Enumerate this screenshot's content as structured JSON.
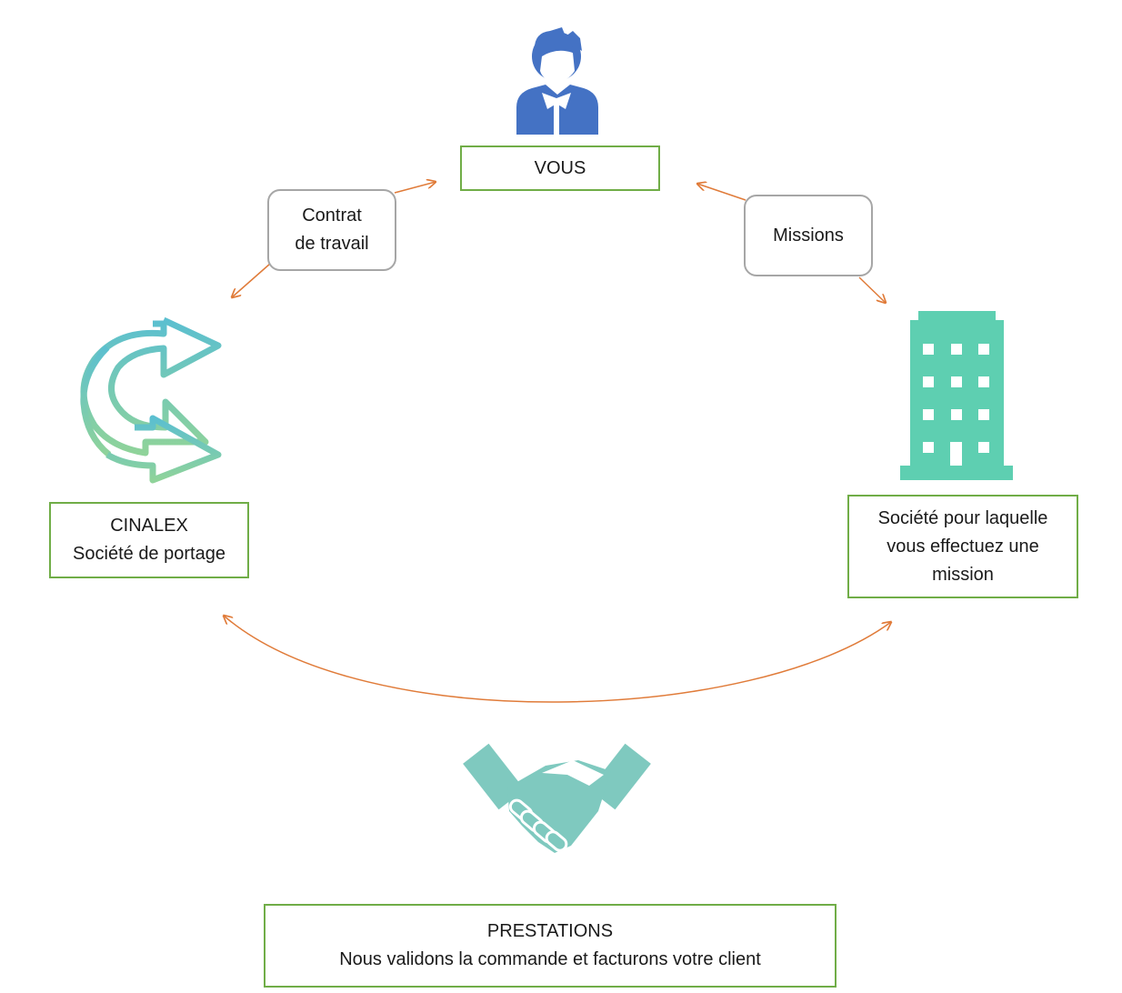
{
  "nodes": {
    "vous": {
      "label": "VOUS"
    },
    "cinalex": {
      "line1": "CINALEX",
      "line2": "Société de portage"
    },
    "client": {
      "line1": "Société pour laquelle",
      "line2": "vous effectuez une",
      "line3": "mission"
    },
    "prestations": {
      "line1": "PRESTATIONS",
      "line2": "Nous validons la commande et facturons votre client"
    }
  },
  "edges": {
    "contrat": {
      "line1": "Contrat",
      "line2": "de travail"
    },
    "missions": {
      "label": "Missions"
    }
  },
  "icons": [
    "person-icon",
    "cinalex-logo-icon",
    "building-icon",
    "handshake-icon"
  ],
  "colors": {
    "box_border": "#70ad47",
    "arrow": "#e07b39",
    "person": "#4472c4",
    "building": "#5ecfb1",
    "handshake": "#7fc9bf",
    "label_border": "#a6a6a6"
  }
}
